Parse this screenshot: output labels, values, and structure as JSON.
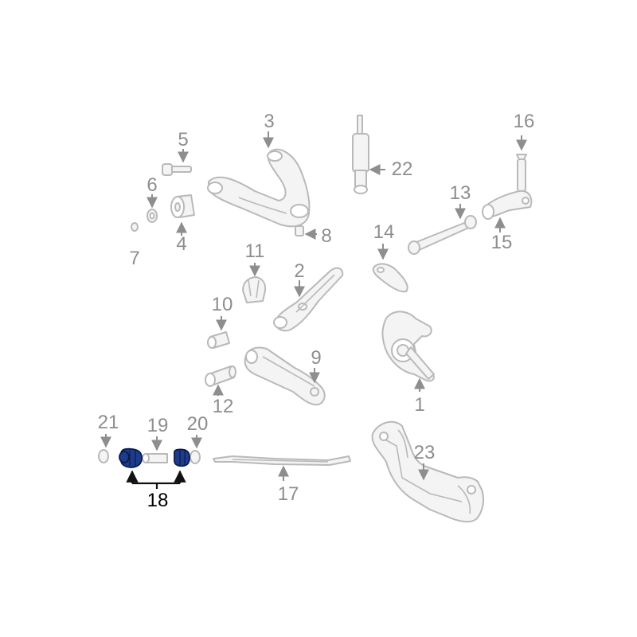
{
  "callouts": {
    "c1": "1",
    "c2": "2",
    "c3": "3",
    "c4": "4",
    "c5": "5",
    "c6": "6",
    "c7": "7",
    "c8": "8",
    "c9": "9",
    "c10": "10",
    "c11": "11",
    "c12": "12",
    "c13": "13",
    "c14": "14",
    "c15": "15",
    "c16": "16",
    "c17": "17",
    "c18": "18",
    "c19": "19",
    "c20": "20",
    "c21": "21",
    "c22": "22",
    "c23": "23"
  },
  "colors": {
    "line_art": "#b9b9b9",
    "callout_text": "#8e8e8e",
    "highlight_part": "#1e3c8c",
    "highlight_text": "#000000"
  }
}
